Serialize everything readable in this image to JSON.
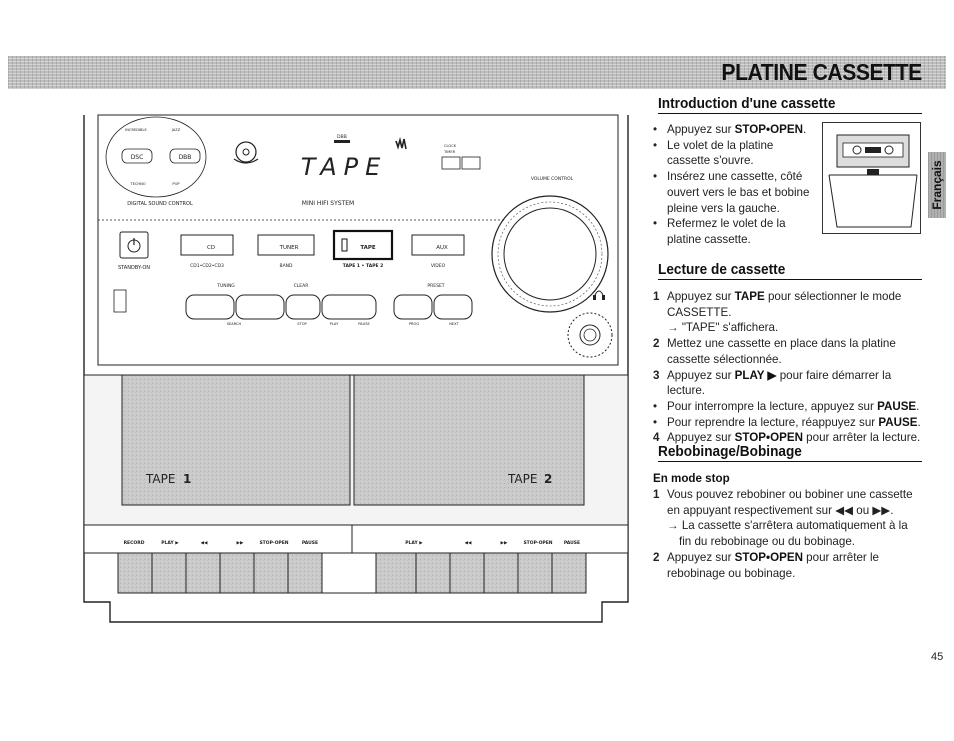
{
  "header": {
    "title": "PLATINE CASSETTE"
  },
  "lang_tab": "Français",
  "page_number": "45",
  "illustration": {
    "sound_control_buttons": [
      "DSC",
      "DBB",
      "INCREDIBLE",
      "JAZZ",
      "TECHNO",
      "POP"
    ],
    "digital_sound_control": "DIGITAL SOUND CONTROL",
    "mini_hifi_system": "MINI HIFI SYSTEM",
    "display_text": "TAPE",
    "dbb_label": "DBB",
    "clock_timer": "CLOCK",
    "timer_label": "TIMER",
    "volume_control": "VOLUME CONTROL",
    "standby_on": "STANDBY-ON",
    "source_buttons": [
      "CD",
      "TUNER",
      "TAPE",
      "AUX"
    ],
    "source_sublabels": [
      "CD1•CD2•CD3",
      "BAND",
      "TAPE 1 • TAPE 2",
      "VIDEO"
    ],
    "tuning": "TUNING",
    "clear": "CLEAR",
    "preset": "PRESET",
    "transport_labels": [
      "SEARCH",
      "STOP",
      "PLAY",
      "PAUSE",
      "PROG",
      "NEXT"
    ],
    "tape1": {
      "label": "TAPE",
      "number": "1"
    },
    "tape2": {
      "label": "TAPE",
      "number": "2"
    },
    "deck1_controls": [
      "RECORD",
      "PLAY ▶",
      "◀◀",
      "▶▶",
      "STOP·OPEN",
      "PAUSE"
    ],
    "deck2_controls": [
      "PLAY ▶",
      "◀◀",
      "▶▶",
      "STOP·OPEN",
      "PAUSE"
    ]
  },
  "sections": {
    "intro": {
      "title": "Introduction d'une cassette",
      "items": [
        {
          "marker": "•",
          "text": "Appuyez sur ",
          "bold": "STOP•OPEN",
          "after": "."
        },
        {
          "marker": "•",
          "text": "Le volet de la platine cassette s'ouvre."
        },
        {
          "marker": "•",
          "text": "Insérez une cassette, côté ouvert vers le bas et bobine pleine vers la gauche."
        },
        {
          "marker": "•",
          "text": "Refermez le volet de la platine cassette."
        }
      ]
    },
    "lecture": {
      "title": "Lecture de cassette",
      "items": [
        {
          "marker": "1",
          "text": "Appuyez sur ",
          "bold": "TAPE",
          "after": " pour sélectionner le mode CASSETTE.",
          "sub": "→ \"TAPE\" s'affichera."
        },
        {
          "marker": "2",
          "text": "Mettez une cassette en place dans la platine cassette sélectionnée."
        },
        {
          "marker": "3",
          "text": "Appuyez sur ",
          "bold": "PLAY ▶",
          "after": " pour faire démarrer la lecture."
        },
        {
          "marker": "•",
          "text": "Pour interrompre la lecture, appuyez sur ",
          "bold": "PAUSE",
          "after": "."
        },
        {
          "marker": "•",
          "text": "Pour reprendre la lecture, réappuyez sur ",
          "bold": "PAUSE",
          "after": "."
        },
        {
          "marker": "4",
          "text": "Appuyez sur ",
          "bold": "STOP•OPEN",
          "after": " pour arrêter la lecture."
        }
      ]
    },
    "rebobinage": {
      "title": "Rebobinage/Bobinage",
      "subhead": "En mode stop",
      "items": [
        {
          "marker": "1",
          "text": "Vous pouvez rebobiner ou bobiner une cassette en appuyant respectivement sur ◀◀ ou ▶▶.",
          "sub": "→ La cassette s'arrêtera automatiquement à la fin du rebobinage ou du bobinage."
        },
        {
          "marker": "2",
          "text": "Appuyez sur ",
          "bold": "STOP•OPEN",
          "after": " pour arrêter le rebobinage ou bobinage."
        }
      ]
    }
  }
}
